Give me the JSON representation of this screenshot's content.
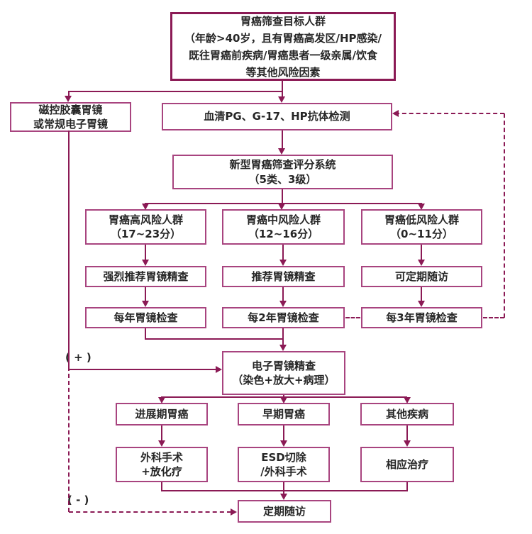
{
  "colors": {
    "line": "#8b1a55",
    "box_border": "#a8447f",
    "text": "#262626",
    "background": "#ffffff"
  },
  "nodes": {
    "target": "胃癌筛查目标人群\n（年龄>40岁，且有胃癌高发区/HP感染/\n既往胃癌前疾病/胃癌患者一级亲属/饮食\n等其他风险因素",
    "capsule": "磁控胶囊胃镜\n或常规电子胃镜",
    "serum": "血清PG、G-17、HP抗体检测",
    "score": "新型胃癌筛查评分系统\n（5类、3级）",
    "risk_high": "胃癌高风险人群\n（17~23分）",
    "risk_mid": "胃癌中风险人群\n（12~16分）",
    "risk_low": "胃癌低风险人群\n（0~11分）",
    "rec_high": "强烈推荐胃镜精查",
    "rec_mid": "推荐胃镜精查",
    "rec_low": "可定期随访",
    "surv_high": "每年胃镜检查",
    "surv_mid": "每2年胃镜检查",
    "surv_low": "每3年胃镜检查",
    "endoscopy": "电子胃镜精查\n（染色+放大+病理）",
    "advanced": "进展期胃癌",
    "early": "早期胃癌",
    "other": "其他疾病",
    "surgery": "外科手术\n+放化疗",
    "esd": "ESD切除\n/外科手术",
    "treatment": "相应治疗",
    "followup": "定期随访"
  },
  "labels": {
    "positive": "( + )",
    "negative": "( - )"
  }
}
